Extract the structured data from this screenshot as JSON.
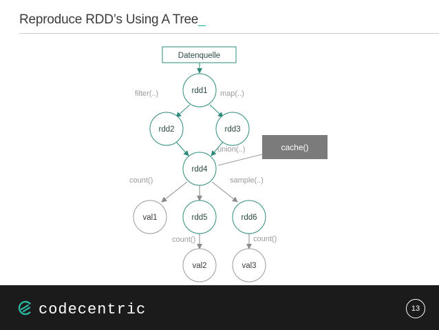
{
  "header": {
    "title": "Reproduce RDD’s Using A Tree",
    "cursor": "_"
  },
  "diagram": {
    "source": "Datenquelle",
    "nodes": {
      "rdd1": "rdd1",
      "rdd2": "rdd2",
      "rdd3": "rdd3",
      "rdd4": "rdd4",
      "rdd5": "rdd5",
      "rdd6": "rdd6",
      "val1": "val1",
      "val2": "val2",
      "val3": "val3"
    },
    "edge_labels": {
      "filter": "filter(..)",
      "map": "map(..)",
      "union": "union(..)",
      "count_left": "count()",
      "sample": "sample(..)",
      "count_rdd5": "count()",
      "count_rdd6": "count()"
    },
    "callout": "cache()"
  },
  "footer": {
    "brand": "codecentric",
    "page_number": "13"
  },
  "colors": {
    "accent": "#2ab8a0",
    "node_border": "#2e8b7a",
    "footer_bg": "#1b1b1b"
  }
}
